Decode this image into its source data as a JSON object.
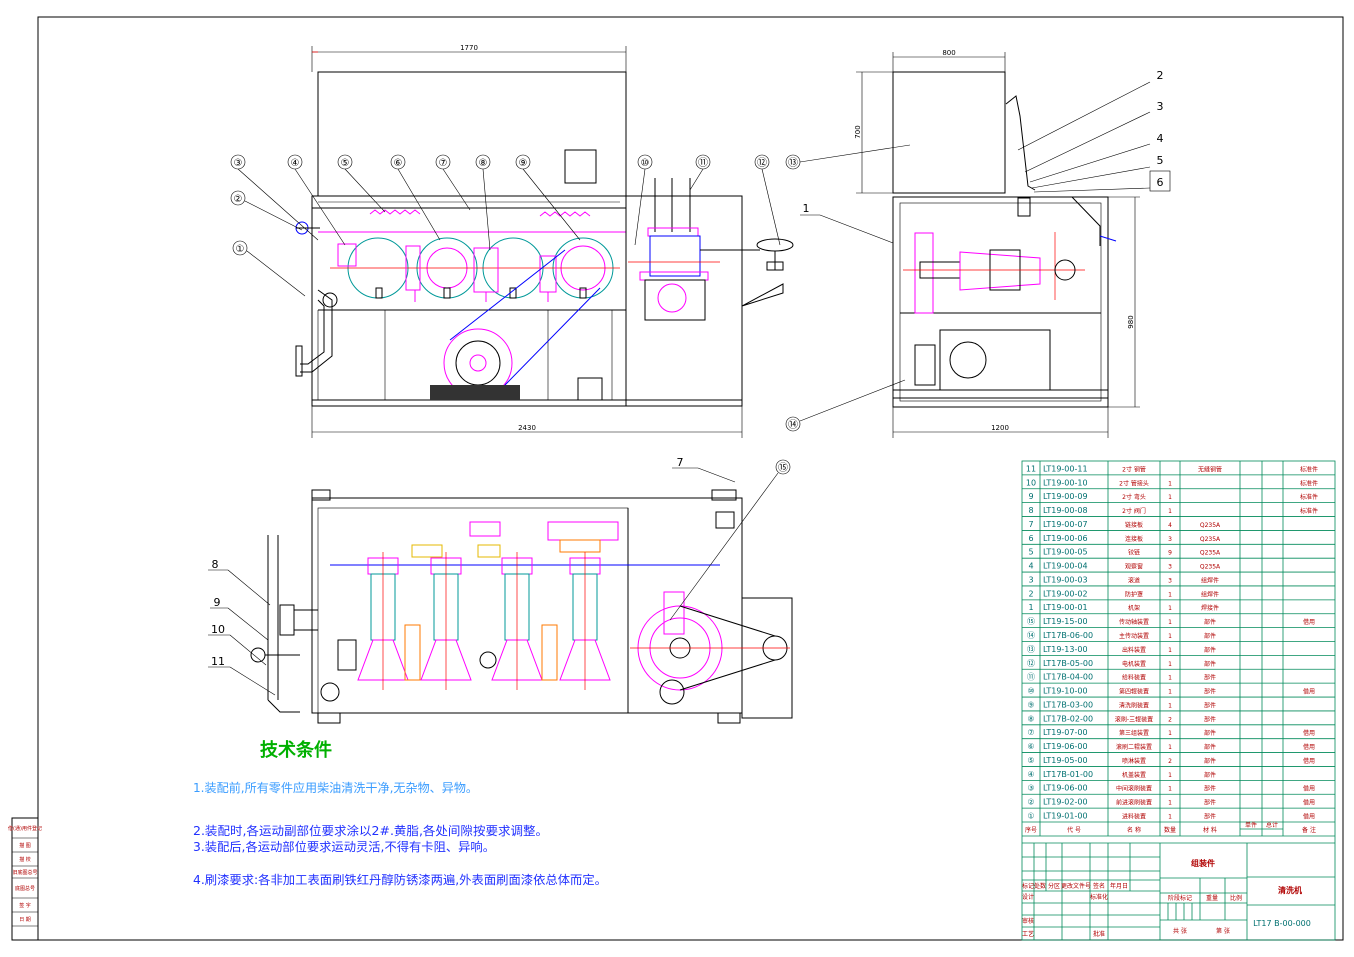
{
  "drawing": {
    "front_view": {
      "dim_width": "1770",
      "dim_total": "2430",
      "balloons": [
        "③",
        "④",
        "⑤",
        "⑥",
        "⑦",
        "⑧",
        "⑨",
        "⑩",
        "⑪",
        "⑫",
        "②",
        "①"
      ]
    },
    "side_view": {
      "dim_width": "800",
      "dim_upper_height": "700",
      "dim_body_height": "980",
      "dim_depth": "1200",
      "balloons": [
        "⑬",
        "1",
        "2",
        "3",
        "4",
        "5",
        "6",
        "⑭"
      ]
    },
    "plan_view": {
      "balloons": [
        "7",
        "⑮",
        "8",
        "9",
        "10",
        "11"
      ]
    }
  },
  "tech_requirements": {
    "title": "技术条件",
    "items": [
      "1.装配前,所有零件应用柴油清洗干净,无杂物、异物。",
      "2.装配时,各运动副部位要求涂以2#.黄脂,各处间隙按要求调整。",
      "3.装配后,各运动部位要求运动灵活,不得有卡阻、异响。",
      "4.刷漆要求:各非加工表面刷铁红丹醇防锈漆两遍,外表面刷面漆依总体而定。"
    ]
  },
  "bom": {
    "headers": {
      "no": "序号",
      "code": "代  号",
      "name": "名  称",
      "qty": "数量",
      "material": "材  料",
      "unit_weight": "单件",
      "total_weight": "总计",
      "remark": "备  注"
    },
    "rows": [
      {
        "no": "11",
        "code": "LT19-00-11",
        "name": "2寸 钢管",
        "qty": "",
        "material": "无缝钢管",
        "remark": "标准件"
      },
      {
        "no": "10",
        "code": "LT19-00-10",
        "name": "2寸 管接头",
        "qty": "1",
        "material": "",
        "remark": "标准件"
      },
      {
        "no": "9",
        "code": "LT19-00-09",
        "name": "2寸 弯头",
        "qty": "1",
        "material": "",
        "remark": "标准件"
      },
      {
        "no": "8",
        "code": "LT19-00-08",
        "name": "2寸 阀门",
        "qty": "1",
        "material": "",
        "remark": "标准件"
      },
      {
        "no": "7",
        "code": "LT19-00-07",
        "name": "链接板",
        "qty": "4",
        "material": "Q235A",
        "remark": ""
      },
      {
        "no": "6",
        "code": "LT19-00-06",
        "name": "连接板",
        "qty": "3",
        "material": "Q235A",
        "remark": ""
      },
      {
        "no": "5",
        "code": "LT19-00-05",
        "name": "铰链",
        "qty": "9",
        "material": "Q235A",
        "remark": ""
      },
      {
        "no": "4",
        "code": "LT19-00-04",
        "name": "观察窗",
        "qty": "3",
        "material": "Q235A",
        "remark": ""
      },
      {
        "no": "3",
        "code": "LT19-00-03",
        "name": "滚道",
        "qty": "3",
        "material": "组焊件",
        "remark": ""
      },
      {
        "no": "2",
        "code": "LT19-00-02",
        "name": "防护罩",
        "qty": "1",
        "material": "组焊件",
        "remark": ""
      },
      {
        "no": "1",
        "code": "LT19-00-01",
        "name": "机架",
        "qty": "1",
        "material": "焊接件",
        "remark": ""
      },
      {
        "no": "⑮",
        "code": "LT19-15-00",
        "name": "传动轴装置",
        "qty": "1",
        "material": "部件",
        "remark": "借用"
      },
      {
        "no": "⑭",
        "code": "LT17B-06-00",
        "name": "主传动装置",
        "qty": "1",
        "material": "部件",
        "remark": ""
      },
      {
        "no": "⑬",
        "code": "LT19-13-00",
        "name": "出料装置",
        "qty": "1",
        "material": "部件",
        "remark": ""
      },
      {
        "no": "⑫",
        "code": "LT17B-05-00",
        "name": "电机装置",
        "qty": "1",
        "material": "部件",
        "remark": ""
      },
      {
        "no": "⑪",
        "code": "LT17B-04-00",
        "name": "给料装置",
        "qty": "1",
        "material": "部件",
        "remark": ""
      },
      {
        "no": "⑩",
        "code": "LT19-10-00",
        "name": "第四辊装置",
        "qty": "1",
        "material": "部件",
        "remark": "借用"
      },
      {
        "no": "⑨",
        "code": "LT17B-03-00",
        "name": "清洗刷装置",
        "qty": "1",
        "material": "部件",
        "remark": ""
      },
      {
        "no": "⑧",
        "code": "LT17B-02-00",
        "name": "滚刷-三辊装置",
        "qty": "2",
        "material": "部件",
        "remark": ""
      },
      {
        "no": "⑦",
        "code": "LT19-07-00",
        "name": "第三组装置",
        "qty": "1",
        "material": "部件",
        "remark": "借用"
      },
      {
        "no": "⑥",
        "code": "LT19-06-00",
        "name": "滚刷二辊装置",
        "qty": "1",
        "material": "部件",
        "remark": "借用"
      },
      {
        "no": "⑤",
        "code": "LT19-05-00",
        "name": "喷淋装置",
        "qty": "2",
        "material": "部件",
        "remark": "借用"
      },
      {
        "no": "④",
        "code": "LT17B-01-00",
        "name": "机盖装置",
        "qty": "1",
        "material": "部件",
        "remark": ""
      },
      {
        "no": "③",
        "code": "LT19-06-00",
        "name": "中间滚刷装置",
        "qty": "1",
        "material": "部件",
        "remark": "借用"
      },
      {
        "no": "②",
        "code": "LT19-02-00",
        "name": "前进滚刷装置",
        "qty": "1",
        "material": "部件",
        "remark": "借用"
      },
      {
        "no": "①",
        "code": "LT19-01-00",
        "name": "进料装置",
        "qty": "1",
        "material": "部件",
        "remark": "借用"
      }
    ]
  },
  "title_block": {
    "assembly_label": "组装件",
    "machine_name": "清洗机",
    "drawing_number": "LT17 B-00-000",
    "revision_headers": [
      "标记",
      "处数",
      "分区",
      "更改文件号",
      "签名",
      "年月日"
    ],
    "roles": {
      "design": "设计",
      "standardization": "标准化",
      "review": "审核",
      "process": "工艺",
      "approve": "批准"
    },
    "stage_headers": [
      "阶段标记",
      "重量",
      "比例"
    ],
    "sheet_total": "共  张",
    "sheet_index": "第  张"
  },
  "side_column": [
    "借(通)用件登记",
    "描 图",
    "描 校",
    "旧底图总号",
    "底图总号",
    "签 字",
    "日 期"
  ],
  "colors": {
    "outline": "#000000",
    "hidden_parts": "#ff00ff",
    "center_lines": "#ff0000",
    "table_lines": "#008a5a",
    "tech_title": "#00b000",
    "tech_text": "#2030ff"
  }
}
